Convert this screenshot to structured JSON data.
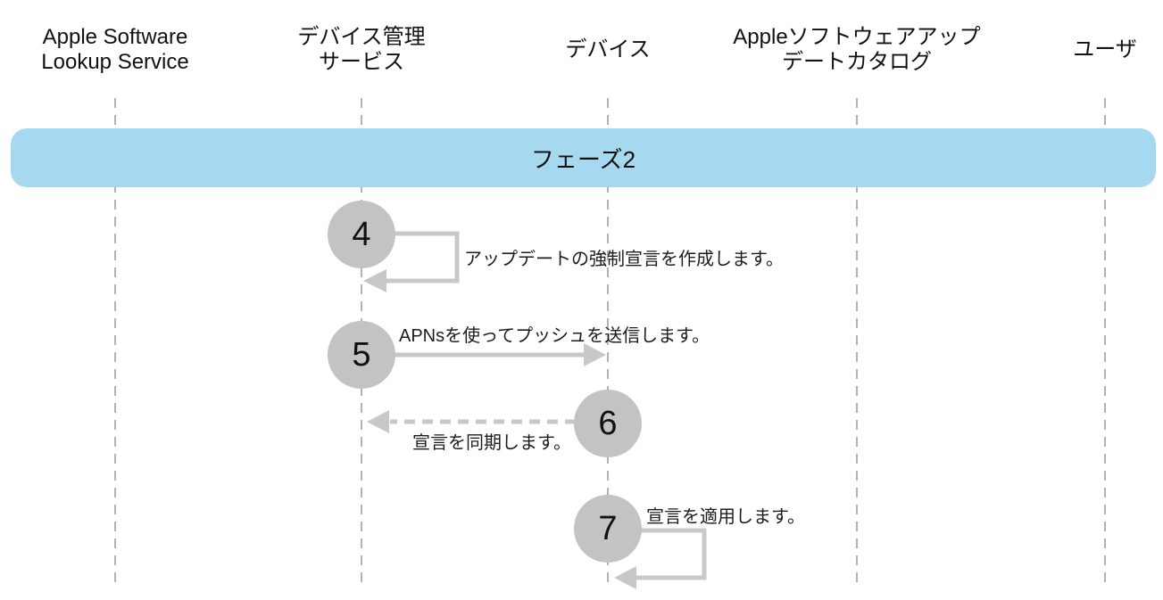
{
  "diagram": {
    "phase": {
      "label": "フェーズ2"
    },
    "actors": [
      {
        "id": "apple-software-lookup-service",
        "label": "Apple Software\nLookup Service"
      },
      {
        "id": "device-management-service",
        "label": "デバイス管理\nサービス"
      },
      {
        "id": "device",
        "label": "デバイス"
      },
      {
        "id": "apple-software-update-catalog",
        "label": "Appleソフトウェアアップ\nデートカタログ"
      },
      {
        "id": "user",
        "label": "ユーザ"
      }
    ],
    "steps": [
      {
        "number": "4",
        "label": "アップデートの強制宣言を作成します。",
        "from": "デバイス管理サービス",
        "to": "デバイス管理サービス",
        "arrow": "self-loop"
      },
      {
        "number": "5",
        "label": "APNsを使ってプッシュを送信します。",
        "from": "デバイス管理サービス",
        "to": "デバイス",
        "arrow": "solid-right"
      },
      {
        "number": "6",
        "label": "宣言を同期します。",
        "from": "デバイス",
        "to": "デバイス管理サービス",
        "arrow": "dashed-left"
      },
      {
        "number": "7",
        "label": "宣言を適用します。",
        "from": "デバイス",
        "to": "デバイス",
        "arrow": "self-loop"
      }
    ],
    "colors": {
      "phase_banner": "#a6d9f0",
      "step_circle": "#c3c3c3",
      "arrow": "#c8c8c8",
      "lifeline": "#b3b3b3",
      "text": "#1d1d1f"
    }
  }
}
